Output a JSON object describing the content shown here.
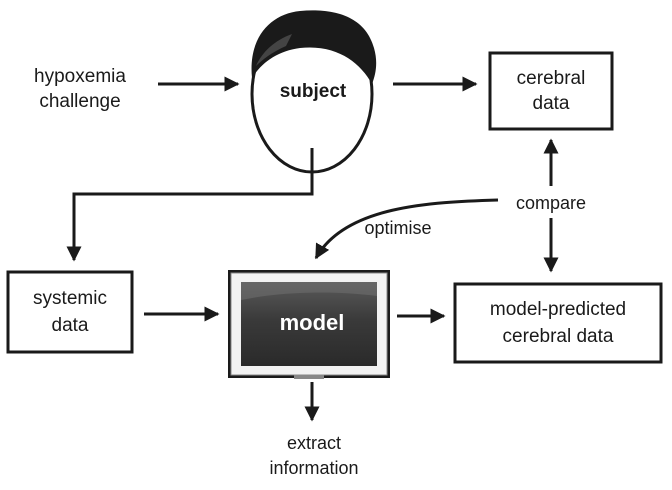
{
  "nodes": {
    "hypoxemia_challenge": [
      "hypoxemia",
      "challenge"
    ],
    "subject": "subject",
    "cerebral_data": [
      "cerebral",
      "data"
    ],
    "systemic_data": [
      "systemic",
      "data"
    ],
    "model": "model",
    "predicted": [
      "model-predicted",
      "cerebral data"
    ],
    "extract_information": [
      "extract",
      "information"
    ]
  },
  "edge_labels": {
    "compare": "compare",
    "optimise": "optimise"
  }
}
